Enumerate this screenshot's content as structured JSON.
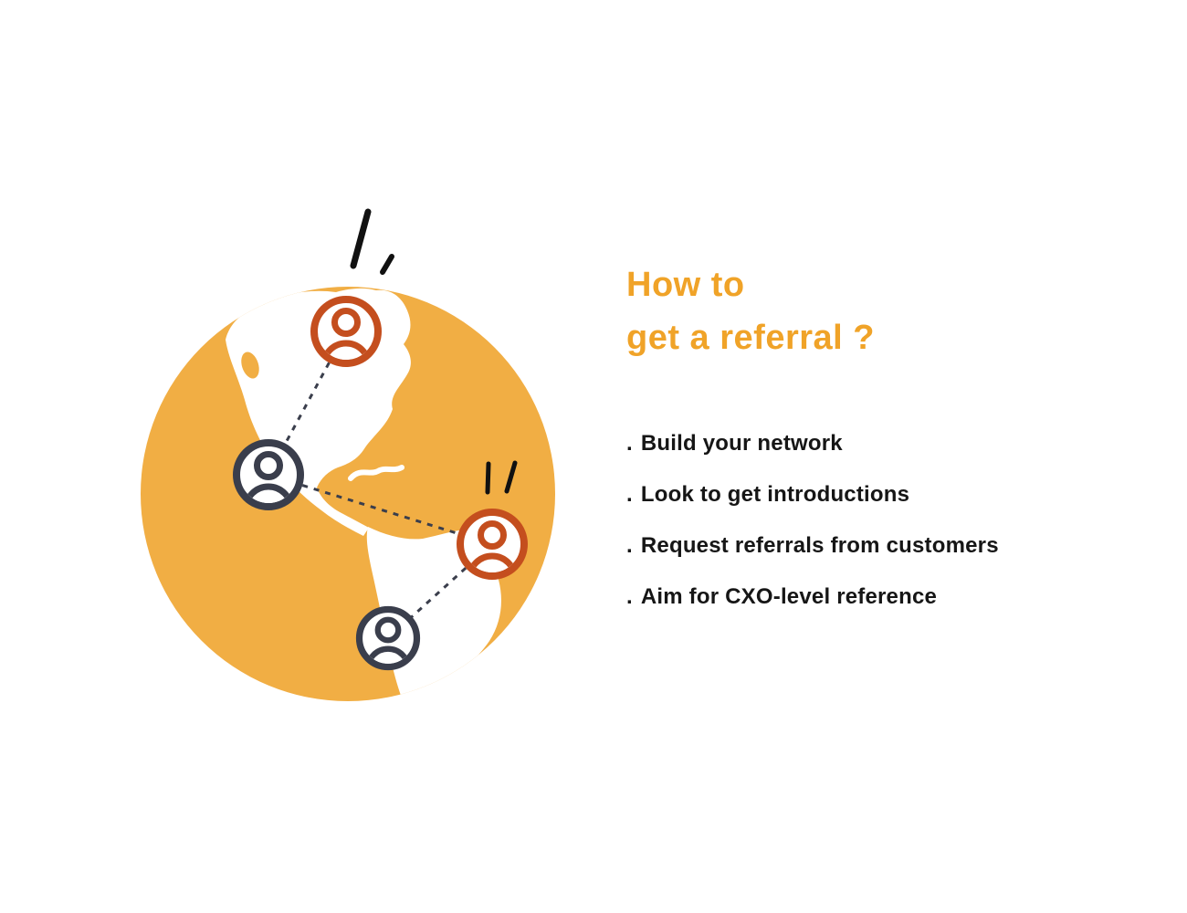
{
  "page": {
    "background": "#FFFFFF",
    "kind": "infographic-slide"
  },
  "title": {
    "line1": "How to",
    "line2": "get a referral ?",
    "color": "#F0A328"
  },
  "list": {
    "bullet_char": ".",
    "text_color": "#161616",
    "items": [
      "Build your network",
      "Look to get introductions",
      "Request referrals from customers",
      "Aim for CXO-level reference"
    ]
  },
  "illustration": {
    "description": "globe of the Americas with four person avatars linked by dashed lines and black sparkle accents",
    "colors": {
      "globe_ocean": "#F1AE44",
      "continents": "#FFFFFF",
      "node_accent": "#C44E1E",
      "node_dark": "#3A3E4C",
      "connector": "#3A3E4C",
      "sparkle": "#111111"
    },
    "nodes": [
      {
        "id": "person-north",
        "style": "accent"
      },
      {
        "id": "person-west",
        "style": "dark"
      },
      {
        "id": "person-east",
        "style": "accent"
      },
      {
        "id": "person-south",
        "style": "dark"
      }
    ],
    "connections": [
      [
        "person-north",
        "person-west"
      ],
      [
        "person-west",
        "person-east"
      ],
      [
        "person-east",
        "person-south"
      ]
    ]
  }
}
